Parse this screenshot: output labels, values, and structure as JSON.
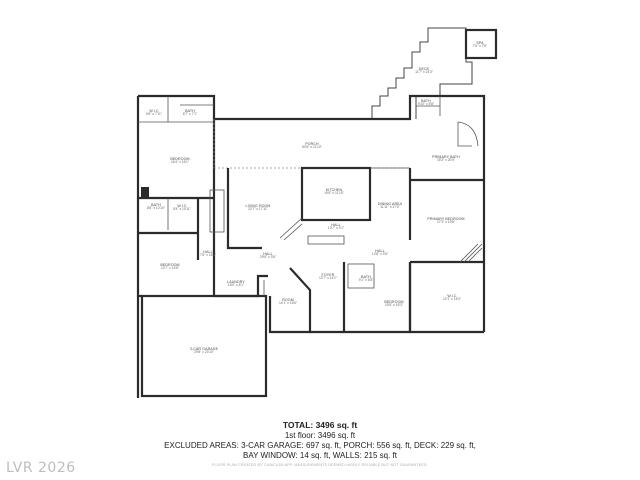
{
  "rooms": [
    {
      "name": "SPA",
      "dims": "7'6\" x 7'6\""
    },
    {
      "name": "DECK",
      "dims": "11'7\" x 24'3\""
    },
    {
      "name": "W.I.C",
      "dims": "5'6\" x 7'11\""
    },
    {
      "name": "BATH",
      "dims": "8'7\" x 7'1\""
    },
    {
      "name": "BATH",
      "dims": "9'10\" x 5'8\""
    },
    {
      "name": "PORCH",
      "dims": "60'6\" x 11'10\""
    },
    {
      "name": "BEDROOM",
      "dims": "16'4\" x 16'1\""
    },
    {
      "name": "PRIMARY BATH",
      "dims": "15'3\" x 20'5\""
    },
    {
      "name": "KITCHEN",
      "dims": "19'6\" x 11'10\""
    },
    {
      "name": "DINING AREA",
      "dims": "11'11\" x 17'3\""
    },
    {
      "name": "LIVING ROOM",
      "dims": "22'7\" x 17'11\""
    },
    {
      "name": "BATH",
      "dims": "8'8\" x 10'10\""
    },
    {
      "name": "W.I.C",
      "dims": "5'4\" x 10'11\""
    },
    {
      "name": "PRIMARY BEDROOM",
      "dims": "17'3\" x 19'8\""
    },
    {
      "name": "HALL",
      "dims": "13'7\" x 3'1\""
    },
    {
      "name": "HALL",
      "dims": "7'5\" x 16'3\""
    },
    {
      "name": "HALL",
      "dims": "29'5\" x 3'6\""
    },
    {
      "name": "HALL",
      "dims": "12'8\" x 3'6\""
    },
    {
      "name": "BEDROOM",
      "dims": "12'7\" x 14'8\""
    },
    {
      "name": "FOYER",
      "dims": "13'7\" x 14'2\""
    },
    {
      "name": "BATH",
      "dims": "9'1\" x 6'8\""
    },
    {
      "name": "LAUNDRY",
      "dims": "16'0\" x 8'1\""
    },
    {
      "name": "ROOM",
      "dims": "14'1\" x 15'6\""
    },
    {
      "name": "BEDROOM",
      "dims": "15'8\" x 15'3\""
    },
    {
      "name": "W.I.C",
      "dims": "12'1\" x 14'0\""
    },
    {
      "name": "3-CAR GARAGE",
      "dims": "29'8\" x 23'10\""
    }
  ],
  "summary": {
    "total": "TOTAL: 3496 sq. ft",
    "floor": "1st floor: 3496 sq. ft",
    "excluded": "EXCLUDED AREAS: 3-CAR GARAGE: 697 sq. ft, PORCH: 556 sq. ft, DECK: 229 sq. ft,",
    "excluded2": "BAY WINDOW: 14 sq. ft, WALLS: 215 sq. ft"
  },
  "disclaimer": "FLOOR PLAN CREATED BY CUBICASA APP. MEASUREMENTS DEEMED HIGHLY RELIABLE BUT NOT GUARANTEED.",
  "brand": "LVR 2026"
}
